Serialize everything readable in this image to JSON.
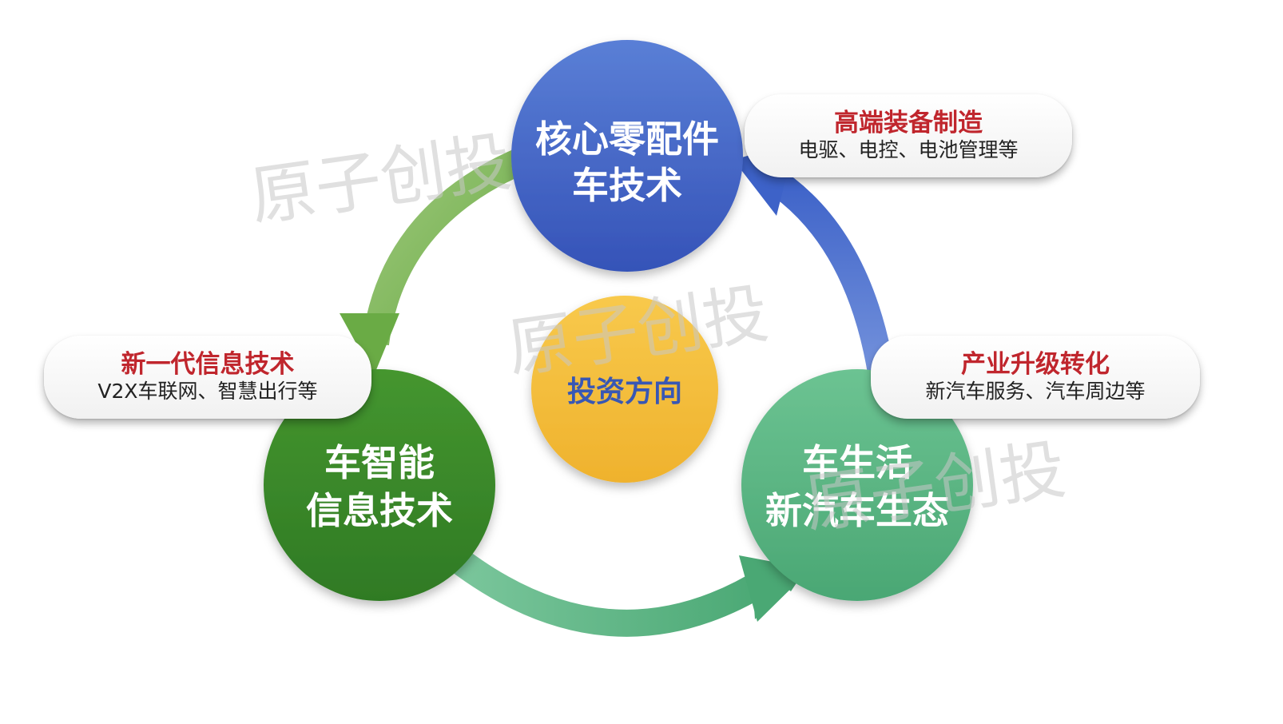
{
  "watermark": "原子创投",
  "colors": {
    "top_circle": "#4161c4",
    "left_circle": "#3a8a2c",
    "right_circle": "#5cb885",
    "center_circle": "#f5be3c",
    "center_text": "#3857b4",
    "arrow_green": "#7bb55a",
    "arrow_teal": "#55b07c",
    "arrow_blue": "#4a6fd0",
    "callout_title": "#c0262d"
  },
  "center": {
    "label": "投资方向"
  },
  "nodes": {
    "top": {
      "line1": "核心零配件",
      "line2": "车技术"
    },
    "left": {
      "line1": "车智能",
      "line2": "信息技术"
    },
    "right": {
      "line1": "车生活",
      "line2": "新汽车生态"
    }
  },
  "callouts": {
    "top_right": {
      "title": "高端装备制造",
      "subtitle": "电驱、电控、电池管理等"
    },
    "left": {
      "title": "新一代信息技术",
      "subtitle": "V2X车联网、智慧出行等"
    },
    "right": {
      "title": "产业升级转化",
      "subtitle": "新汽车服务、汽车周边等"
    }
  }
}
